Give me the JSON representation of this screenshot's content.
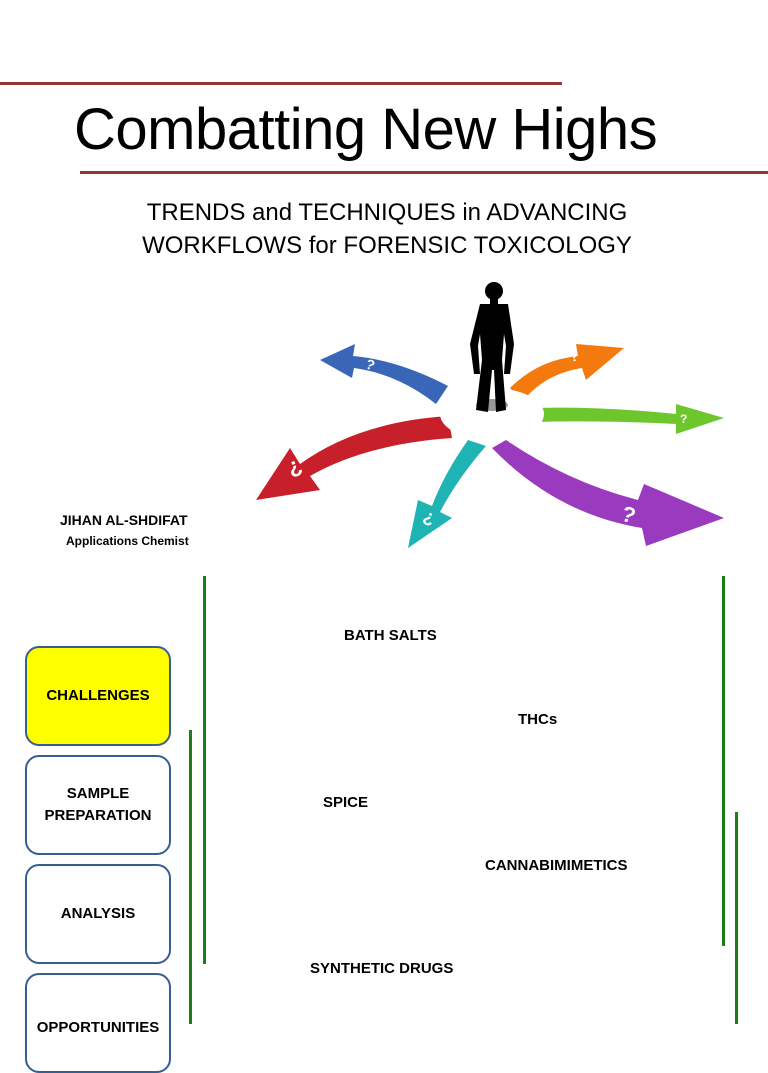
{
  "title": "Combatting New Highs",
  "subtitle": {
    "line1": "TRENDS and TECHNIQUES in ADVANCING",
    "line2": "WORKFLOWS for FORENSIC TOXICOLOGY"
  },
  "author": {
    "name": "JIHAN AL-SHDIFAT",
    "role": "Applications Chemist"
  },
  "nav": [
    {
      "label_line1": "CHALLENGES",
      "label_line2": "",
      "active": true
    },
    {
      "label_line1": "SAMPLE",
      "label_line2": "PREPARATION",
      "active": false
    },
    {
      "label_line1": "ANALYSIS",
      "label_line2": "",
      "active": false
    },
    {
      "label_line1": "OPPORTUNITIES",
      "label_line2": "",
      "active": false
    }
  ],
  "topics": [
    "BATH SALTS",
    "THCs",
    "SPICE",
    "CANNABIMIMETICS",
    "SYNTHETIC DRUGS"
  ],
  "hero": {
    "arrow_glyphs": [
      "?",
      "?",
      "?",
      "¿",
      "¿",
      "?"
    ]
  },
  "colors": {
    "accent_rule": "#943634",
    "nav_border": "#365f91",
    "nav_active": "#ffff00",
    "divider_green": "#1a7f1a",
    "arrow_blue": "#3a66b7",
    "arrow_orange": "#f47a10",
    "arrow_green": "#6cc62c",
    "arrow_red": "#c8202a",
    "arrow_teal": "#1fb3b3",
    "arrow_purple": "#9a3bbf"
  }
}
